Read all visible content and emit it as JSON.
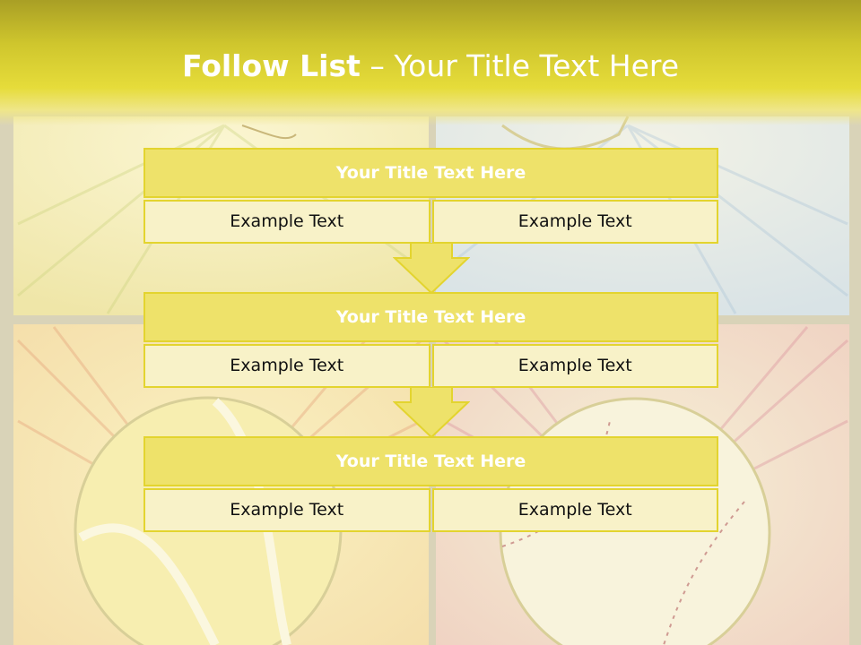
{
  "slide": {
    "title_bold": "Follow List",
    "title_rest": " – Your Title Text Here"
  },
  "blocks": [
    {
      "title": "Your Title Text Here",
      "left": "Example Text",
      "right": "Example Text"
    },
    {
      "title": "Your Title Text Here",
      "left": "Example Text",
      "right": "Example Text"
    },
    {
      "title": "Your Title Text Here",
      "left": "Example Text",
      "right": "Example Text"
    }
  ],
  "colors": {
    "header": "#e6dc3a",
    "block_title": "#eee26a",
    "cell": "#f8f2c8",
    "border": "#e3d42f"
  }
}
